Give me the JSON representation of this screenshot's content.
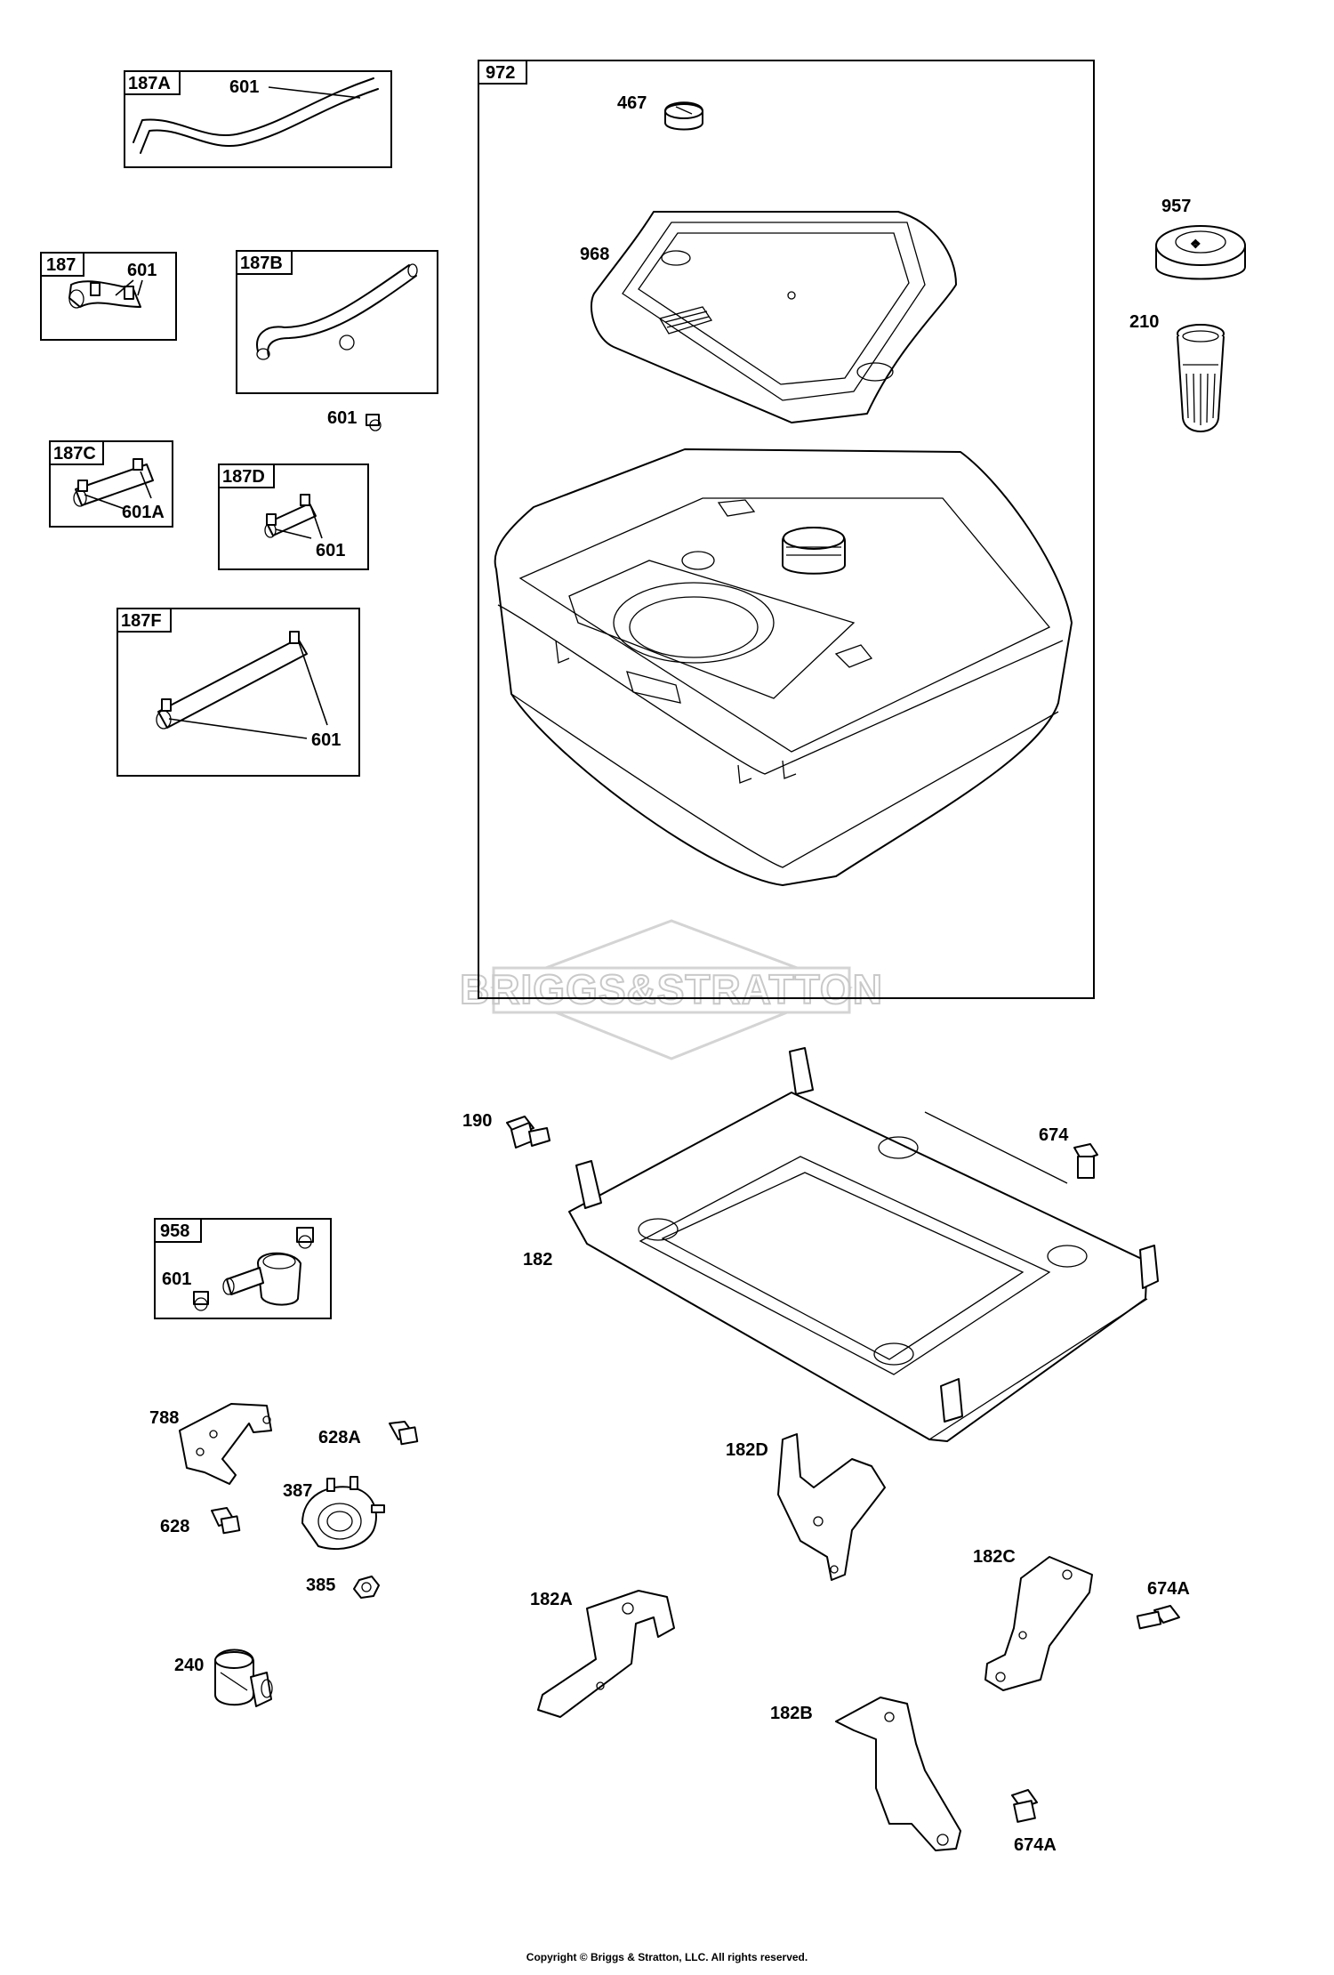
{
  "watermark": {
    "text": "BRIGGS&STRATTON"
  },
  "footer": {
    "copyright": "Copyright © Briggs & Stratton, LLC. All rights reserved."
  },
  "boxes": {
    "b187A": "187A",
    "b187": "187",
    "b187B": "187B",
    "b187C": "187C",
    "b187D": "187D",
    "b187F": "187F",
    "b972": "972",
    "b958": "958"
  },
  "labels": {
    "l601_187A": "601",
    "l601_187": "601",
    "l601_free": "601",
    "l601A_187C": "601A",
    "l601_187D": "601",
    "l601_187F": "601",
    "l467": "467",
    "l968": "968",
    "l957": "957",
    "l210": "210",
    "l190": "190",
    "l674": "674",
    "l182": "182",
    "l601_958": "601",
    "l788": "788",
    "l628A": "628A",
    "l387": "387",
    "l628": "628",
    "l385": "385",
    "l240": "240",
    "l182D": "182D",
    "l182C": "182C",
    "l674A_1": "674A",
    "l182A": "182A",
    "l182B": "182B",
    "l674A_2": "674A"
  }
}
